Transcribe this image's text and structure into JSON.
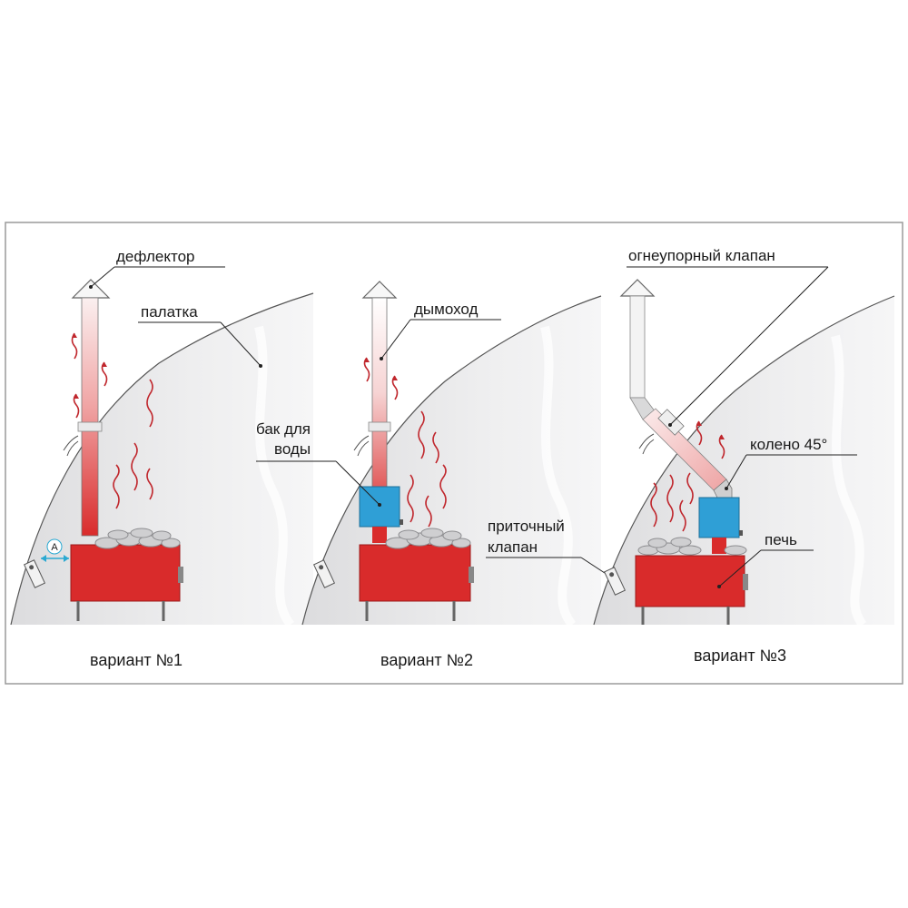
{
  "labels": {
    "deflector": "дефлектор",
    "tent": "палатка",
    "chimney": "дымоход",
    "water_tank": [
      "бак для",
      "воды"
    ],
    "inlet_valve": [
      "приточный",
      "клапан"
    ],
    "fire_valve": "огнеупорный клапан",
    "elbow": "колено 45°",
    "stove": "печь",
    "distance": "A"
  },
  "variants": [
    "вариант №1",
    "вариант №2",
    "вариант №3"
  ],
  "colors": {
    "stove_red": "#d92b2b",
    "tank_blue": "#2f9fd6",
    "tent_gray": "#e6e6e8",
    "dimension_cyan": "#2aa9d2"
  }
}
